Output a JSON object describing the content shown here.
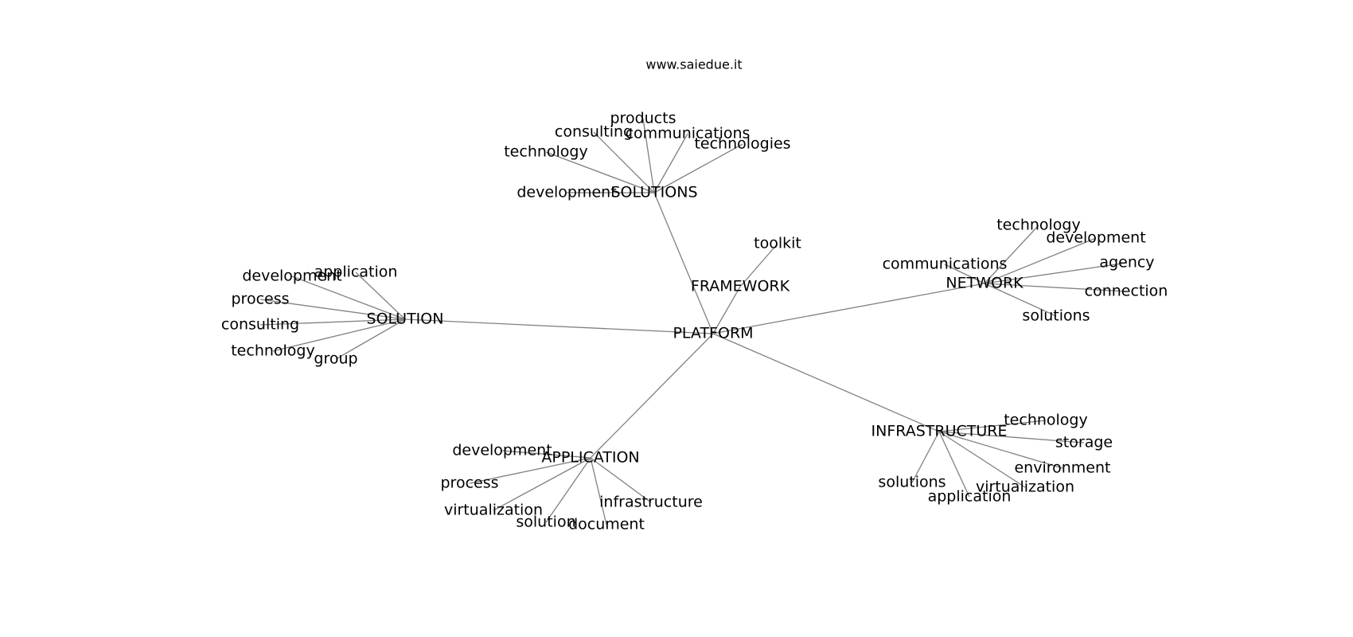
{
  "site": "www.saiedue.it",
  "graph": {
    "root": "PLATFORM",
    "hubs": [
      {
        "label": "SOLUTIONS",
        "leaves": [
          "products",
          "consulting",
          "communications",
          "technologies",
          "technology",
          "development"
        ]
      },
      {
        "label": "FRAMEWORK",
        "leaves": [
          "toolkit"
        ]
      },
      {
        "label": "NETWORK",
        "leaves": [
          "technology",
          "development",
          "communications",
          "agency",
          "connection",
          "solutions"
        ]
      },
      {
        "label": "SOLUTION",
        "leaves": [
          "application",
          "development",
          "process",
          "consulting",
          "technology",
          "group"
        ]
      },
      {
        "label": "APPLICATION",
        "leaves": [
          "development",
          "process",
          "virtualization",
          "solution",
          "document",
          "infrastructure"
        ]
      },
      {
        "label": "INFRASTRUCTURE",
        "leaves": [
          "technology",
          "storage",
          "environment",
          "virtualization",
          "application",
          "solutions"
        ]
      }
    ]
  },
  "colors": {
    "edge": "#808080",
    "text": "#000000",
    "background": "#ffffff"
  }
}
